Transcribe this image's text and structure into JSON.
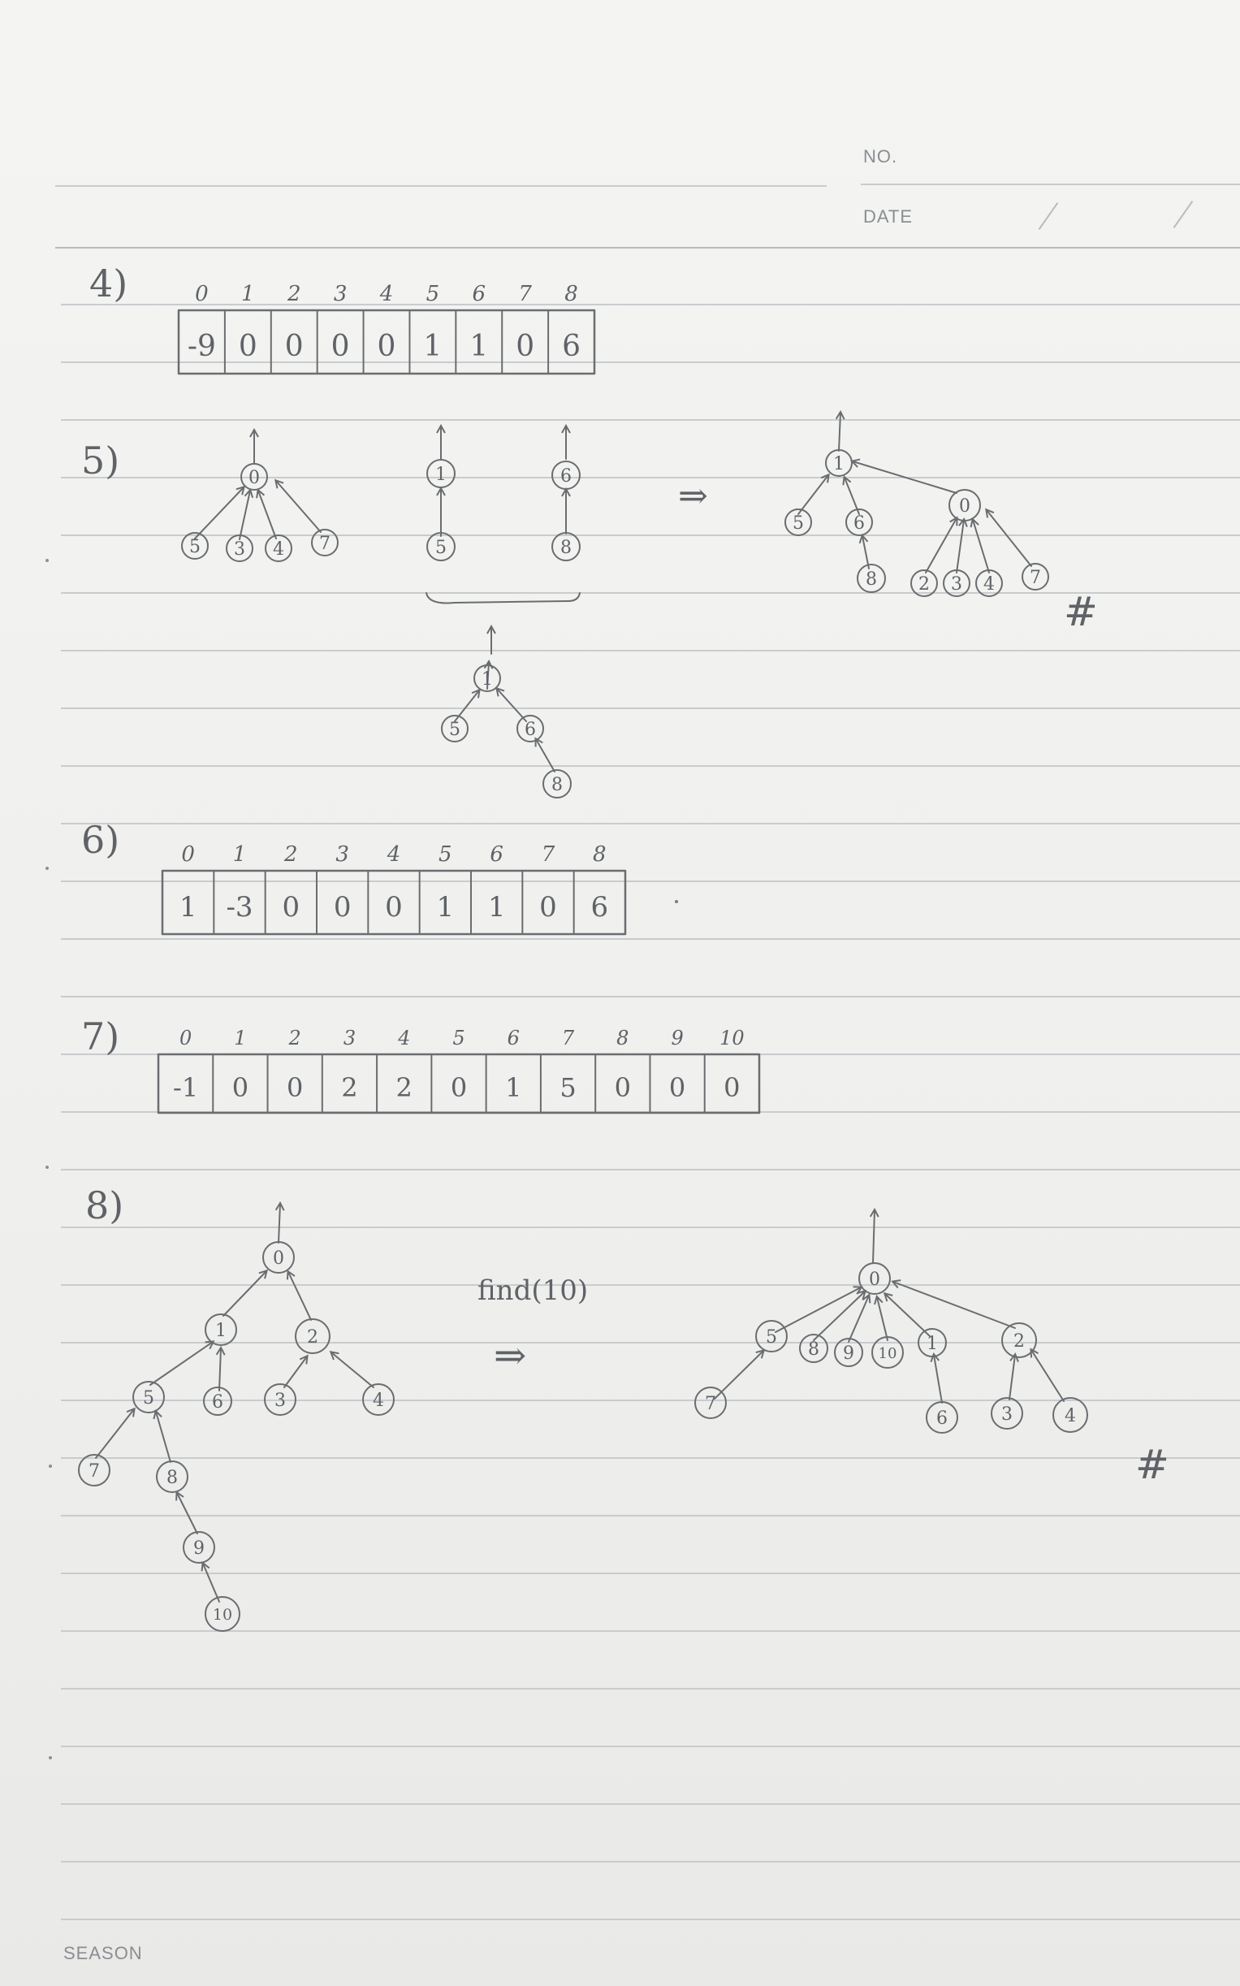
{
  "header": {
    "no_label": "NO.",
    "date_label": "DATE",
    "brand": "SEASON"
  },
  "problems": [
    {
      "label": "4)",
      "array": {
        "indices": [
          "0",
          "1",
          "2",
          "3",
          "4",
          "5",
          "6",
          "7",
          "8"
        ],
        "values": [
          "-9",
          "0",
          "0",
          "0",
          "0",
          "1",
          "1",
          "0",
          "6"
        ]
      }
    },
    {
      "label": "5)",
      "arrow": "⇒",
      "end_mark": "#",
      "trees_before": [
        {
          "root": "0",
          "children": [
            "5",
            "3",
            "4",
            "7"
          ]
        },
        {
          "root": "1",
          "children": [
            "5"
          ]
        },
        {
          "root": "6",
          "children": [
            "8"
          ]
        }
      ],
      "tree_merged": {
        "root": "1",
        "children": [
          "5",
          "6"
        ],
        "grandchildren": [
          "8"
        ]
      },
      "tree_result": {
        "root": "1",
        "children": [
          "5",
          "6",
          "0"
        ],
        "grandchildren_of_6": [
          "8"
        ],
        "children_of_0": [
          "2",
          "3",
          "4",
          "7"
        ]
      }
    },
    {
      "label": "6)",
      "array": {
        "indices": [
          "0",
          "1",
          "2",
          "3",
          "4",
          "5",
          "6",
          "7",
          "8"
        ],
        "values": [
          "1",
          "-3",
          "0",
          "0",
          "0",
          "1",
          "1",
          "0",
          "6"
        ]
      }
    },
    {
      "label": "7)",
      "array": {
        "indices": [
          "0",
          "1",
          "2",
          "3",
          "4",
          "5",
          "6",
          "7",
          "8",
          "9",
          "10"
        ],
        "values": [
          "-1",
          "0",
          "0",
          "2",
          "2",
          "0",
          "1",
          "5",
          "0",
          "0",
          "0"
        ]
      }
    },
    {
      "label": "8)",
      "operation": "find(10)",
      "arrow": "⇒",
      "end_mark": "#",
      "tree_before": {
        "nodes": [
          "0",
          "1",
          "2",
          "5",
          "6",
          "3",
          "4",
          "7",
          "8",
          "9",
          "10"
        ]
      },
      "tree_after": {
        "nodes": [
          "0",
          "5",
          "8",
          "9",
          "10",
          "1",
          "2",
          "7",
          "6",
          "3",
          "4"
        ]
      }
    }
  ]
}
